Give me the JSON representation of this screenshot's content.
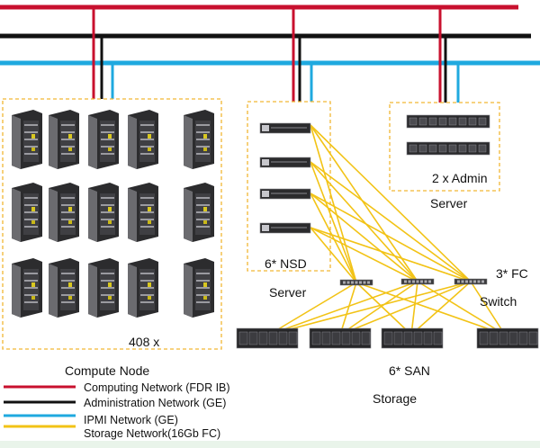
{
  "colors": {
    "computing": "#c8102e",
    "administration": "#111111",
    "ipmi": "#1fa9df",
    "storage": "#f2c316",
    "box_border": "#f2b634"
  },
  "labels": {
    "compute_count": "408 x",
    "compute_node": "Compute Node",
    "nsd_count": "6* NSD",
    "nsd_server": "Server",
    "admin_count": "2 x Admin",
    "admin_server": "Server",
    "fc_count": "3* FC",
    "fc_switch": "Switch",
    "san_count": "6* SAN",
    "san_storage": "Storage"
  },
  "legend": [
    {
      "label": "Computing Network (FDR IB)",
      "color": "#c8102e"
    },
    {
      "label": "Administration Network (GE)",
      "color": "#111111"
    },
    {
      "label": "IPMI Network (GE)",
      "color": "#1fa9df"
    },
    {
      "label": "Storage Network(16Gb FC)",
      "color": "#f2c316"
    }
  ],
  "icons": {
    "compute": "blade-server-icon",
    "nsd": "rack-server-icon",
    "admin": "rack-server-icon",
    "fc": "fc-switch-icon",
    "san": "storage-array-icon"
  }
}
